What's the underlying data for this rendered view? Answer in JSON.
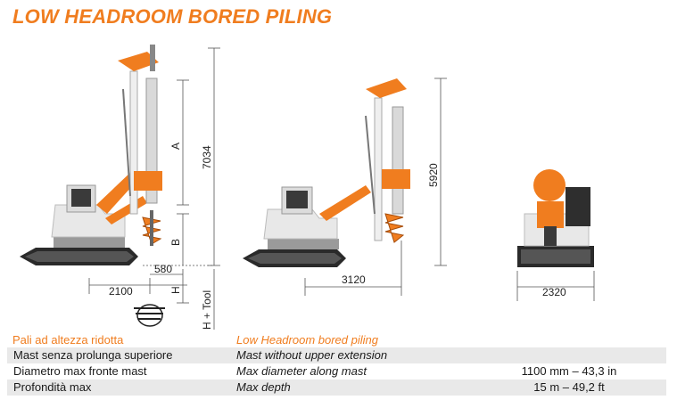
{
  "title": "LOW HEADROOM BORED PILING",
  "colors": {
    "accent": "#f07d1f",
    "text": "#1a1a1a",
    "row_shade": "#e9e9e9"
  },
  "drawing": {
    "dimensions": {
      "a": "A",
      "b": "B",
      "h": "H",
      "h_tool": "H + Tool",
      "height_left": "7034",
      "width_left": "2100",
      "offset_left": "580",
      "height_mid": "5920",
      "width_mid": "3120",
      "width_right": "2320"
    }
  },
  "table": {
    "header_it": "Pali ad altezza ridotta",
    "header_en": "Low Headroom bored piling",
    "rows": [
      {
        "it": "Mast senza prolunga superiore",
        "en": "Mast without upper extension",
        "value": ""
      },
      {
        "it": "Diametro max fronte mast",
        "en": "Max diameter along mast",
        "value": "1100 mm – 43,3 in"
      },
      {
        "it": "Profondità max",
        "en": "Max depth",
        "value": "15 m – 49,2 ft"
      }
    ]
  }
}
